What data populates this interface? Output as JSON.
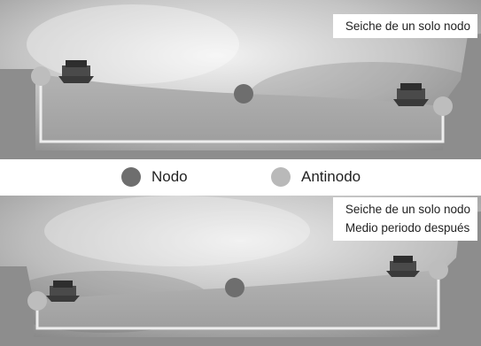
{
  "top_panel": {
    "caption_lines": [
      "Seiche de un solo nodo"
    ]
  },
  "legend": {
    "node": {
      "label": "Nodo",
      "color": "#6e6e6e"
    },
    "antinode": {
      "label": "Antinodo",
      "color": "#b9b9b9"
    }
  },
  "bottom_panel": {
    "caption_lines": [
      "Seiche de un solo nodo",
      "Medio periodo después"
    ]
  },
  "colors": {
    "sky_light": "#dcdcdc",
    "sky_dark": "#7a7a7a",
    "ground": "#8c8c8c",
    "water": "#a9a9a9",
    "basin_outline": "#e8e8e8",
    "node": "#6e6e6e",
    "antinode": "#bdbdbd"
  },
  "icons": [
    "boat-icon"
  ]
}
